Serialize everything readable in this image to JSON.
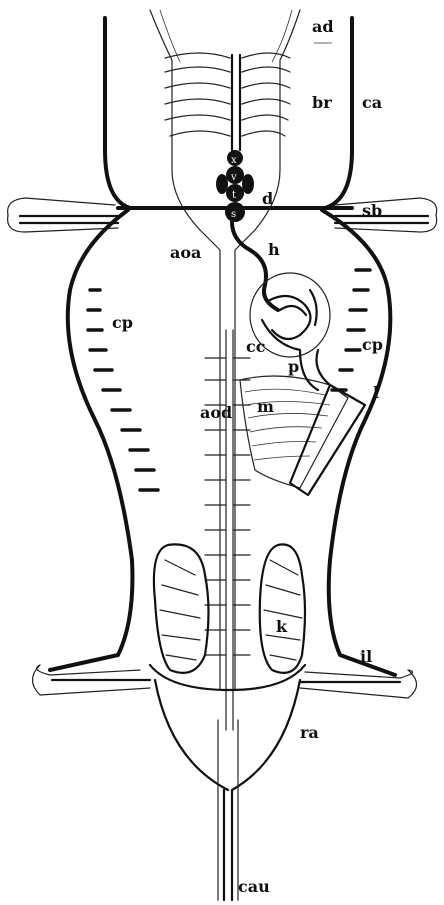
{
  "figure": {
    "labels": {
      "ad": "ad",
      "br": "br",
      "ca": "ca",
      "x": "x",
      "v": "v",
      "t": "t",
      "s": "s",
      "d": "d",
      "sb": "sb",
      "aoa": "aoa",
      "h": "h",
      "cp_left": "cp",
      "cp_right": "cp",
      "cc": "cc",
      "p": "p",
      "l": "l",
      "aod": "aod",
      "m": "m",
      "k": "k",
      "il": "il",
      "ra": "ra",
      "cau": "cau"
    }
  }
}
